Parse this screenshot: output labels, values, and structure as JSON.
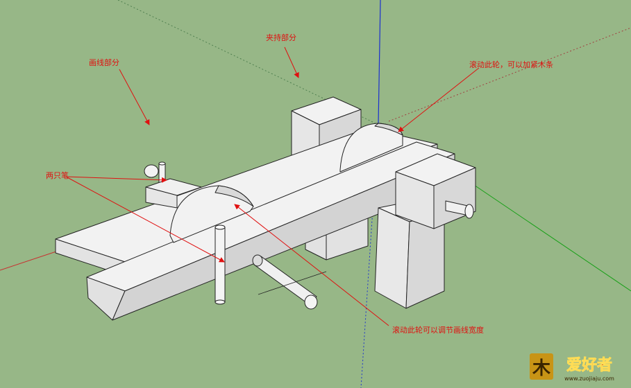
{
  "annotations": {
    "drawing_part": "画线部分",
    "clamping_part": "夹持部分",
    "tighten_wheel": "滚动此轮，可以加紧木条",
    "two_pens": "两只笔",
    "width_wheel": "滚动此轮可以调节画线宽度"
  },
  "watermark": {
    "brand": "爱好者",
    "site": "www.zuojiaju.com"
  },
  "colors": {
    "background": "#97b787",
    "annotation": "#e01010",
    "face_top": "#f2f2f2",
    "face_side": "#d8d8d8",
    "edge": "#222222"
  }
}
